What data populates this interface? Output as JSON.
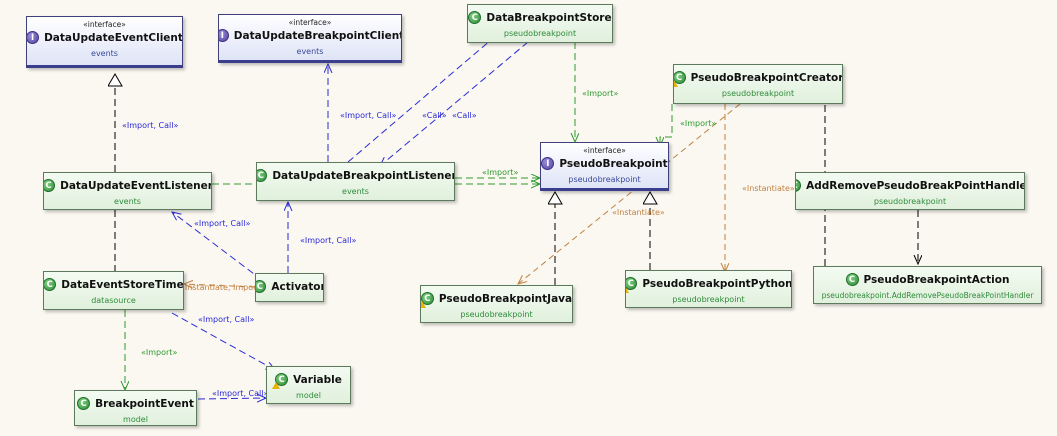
{
  "nodes": {
    "data_update_event_client": {
      "stereotype": "«interface»",
      "name": "DataUpdateEventClient",
      "package": "events",
      "icon": "interface-icon"
    },
    "data_update_breakpoint_client": {
      "stereotype": "«interface»",
      "name": "DataUpdateBreakpointClient",
      "package": "events",
      "icon": "interface-icon"
    },
    "data_breakpoint_store": {
      "name": "DataBreakpointStore",
      "package": "pseudobreakpoint",
      "icon": "class-icon"
    },
    "pseudo_breakpoint_creator": {
      "name": "PseudoBreakpointCreator",
      "package": "pseudobreakpoint",
      "icon": "class-icon"
    },
    "pseudo_breakpoint": {
      "stereotype": "«interface»",
      "name": "PseudoBreakpoint",
      "package": "pseudobreakpoint",
      "icon": "interface-icon"
    },
    "data_update_event_listener": {
      "name": "DataUpdateEventListener",
      "package": "events",
      "icon": "class-icon"
    },
    "data_update_breakpoint_listener": {
      "name": "DataUpdateBreakpointListener",
      "package": "events",
      "icon": "class-icon"
    },
    "add_remove_handler": {
      "name": "AddRemovePseudoBreakPointHandler",
      "package": "pseudobreakpoint",
      "icon": "class-icon"
    },
    "data_event_store_time": {
      "name": "DataEventStoreTime",
      "package": "datasource",
      "icon": "class-icon"
    },
    "activator": {
      "name": "Activator",
      "package": "",
      "icon": "class-icon"
    },
    "pseudo_breakpoint_java": {
      "name": "PseudoBreakpointJava",
      "package": "pseudobreakpoint",
      "icon": "class-icon"
    },
    "pseudo_breakpoint_python": {
      "name": "PseudoBreakpointPython",
      "package": "pseudobreakpoint",
      "icon": "class-icon"
    },
    "pseudo_breakpoint_action": {
      "name": "PseudoBreakpointAction",
      "package": "pseudobreakpoint.AddRemovePseudoBreakPointHandler",
      "icon": "class-icon"
    },
    "variable": {
      "name": "Variable",
      "package": "model",
      "icon": "class-icon"
    },
    "breakpoint_event": {
      "name": "BreakpointEvent",
      "package": "model",
      "icon": "class-icon"
    }
  },
  "edge_labels": {
    "import_call": "«Import, Call»",
    "call": "«Call»",
    "import": "«Import»",
    "instantiate": "«Instantiate»",
    "instantiate_import": "«Instantiate, Import»"
  },
  "colors": {
    "call_edge": "#2a2ad6",
    "import_edge": "#2f9a2f",
    "instantiate_edge": "#c08040",
    "realization_edge": "#000000",
    "class_border": "#5d7a5c",
    "interface_border": "#3a3e8c",
    "background": "#fbf8f1"
  }
}
